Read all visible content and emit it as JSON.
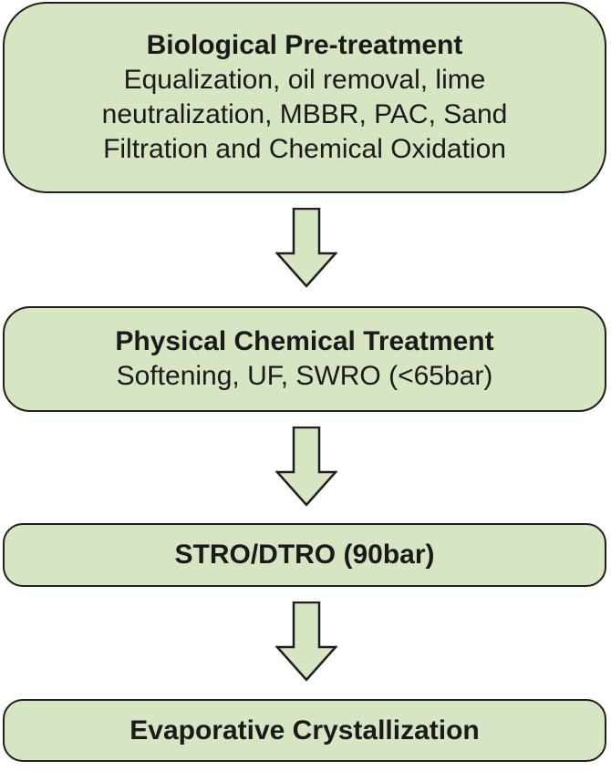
{
  "steps": [
    {
      "title": "Biological Pre-treatment",
      "detail": "Equalization, oil removal, lime\nneutralization, MBBR, PAC, Sand\nFiltration and Chemical Oxidation"
    },
    {
      "title": "Physical Chemical Treatment",
      "detail": "Softening, UF, SWRO (<65bar)"
    },
    {
      "title": "STRO/DTRO (90bar)"
    },
    {
      "title": "Evaporative Crystallization"
    }
  ],
  "colors": {
    "box_fill": "#d6e6c3",
    "box_border": "#1f1f1f",
    "arrow_fill": "#d6e6c3",
    "arrow_stroke": "#1f1f1f"
  }
}
